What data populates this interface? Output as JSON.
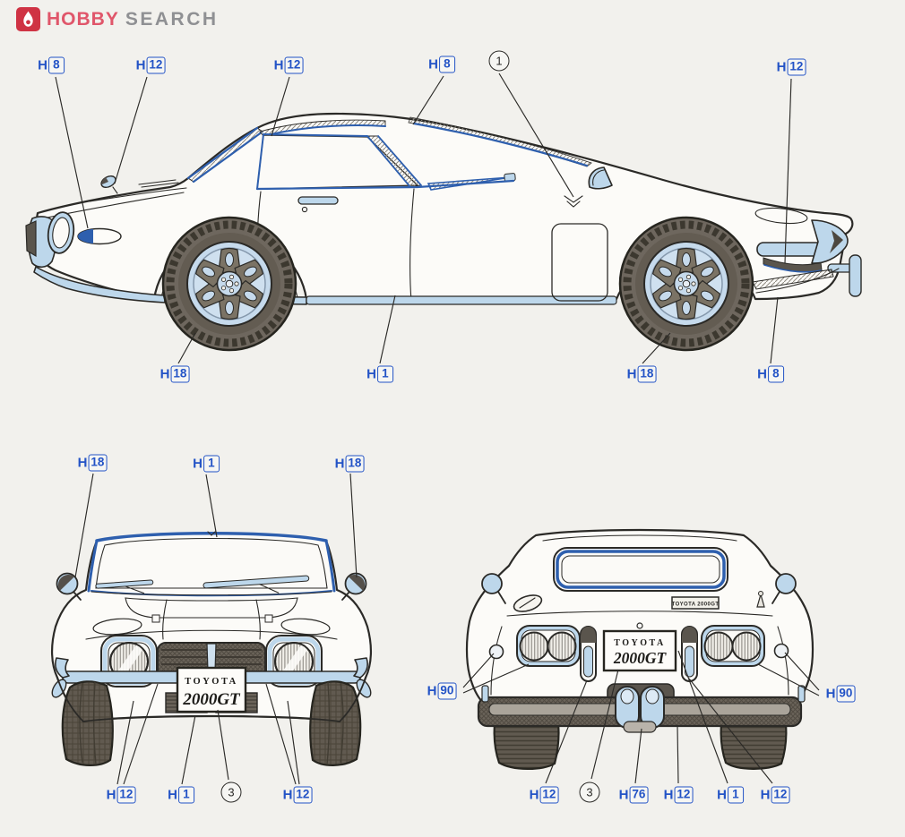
{
  "logo": {
    "word1": "HOBBY",
    "word2": "SEARCH",
    "icon": "flame-icon"
  },
  "colors": {
    "paper": "#f2f1ed",
    "label_blue": "#2353c6",
    "trim_blue": "#2e5fae",
    "chrome_light_blue": "#bdd7eb",
    "line_dark": "#2b2a27",
    "tire_gray": "#6e675e",
    "logo_red": "#cf3344",
    "logo_text_red": "#e0566a",
    "logo_text_gray": "#8f9093"
  },
  "plates": {
    "front_line1": "TOYOTA",
    "front_line2": "2000GT",
    "rear_line1": "TOYOTA",
    "rear_line2": "2000GT",
    "trunk_badge": "TOYOTA 2000GT"
  },
  "views": {
    "side": {
      "callouts": [
        {
          "prefix": "H",
          "num": "8"
        },
        {
          "prefix": "H",
          "num": "12"
        },
        {
          "prefix": "H",
          "num": "12"
        },
        {
          "prefix": "H",
          "num": "8"
        },
        {
          "circle": "1"
        },
        {
          "prefix": "H",
          "num": "12"
        },
        {
          "prefix": "H",
          "num": "18"
        },
        {
          "prefix": "H",
          "num": "1"
        },
        {
          "prefix": "H",
          "num": "18"
        },
        {
          "prefix": "H",
          "num": "8"
        }
      ]
    },
    "front": {
      "callouts": [
        {
          "prefix": "H",
          "num": "18"
        },
        {
          "prefix": "H",
          "num": "1"
        },
        {
          "prefix": "H",
          "num": "18"
        },
        {
          "prefix": "H",
          "num": "12"
        },
        {
          "prefix": "H",
          "num": "1"
        },
        {
          "circle": "3"
        },
        {
          "prefix": "H",
          "num": "12"
        }
      ]
    },
    "rear": {
      "callouts": [
        {
          "prefix": "H",
          "num": "90"
        },
        {
          "prefix": "H",
          "num": "90"
        },
        {
          "prefix": "H",
          "num": "12"
        },
        {
          "circle": "3"
        },
        {
          "prefix": "H",
          "num": "76"
        },
        {
          "prefix": "H",
          "num": "12"
        },
        {
          "prefix": "H",
          "num": "1"
        },
        {
          "prefix": "H",
          "num": "12"
        }
      ]
    }
  }
}
